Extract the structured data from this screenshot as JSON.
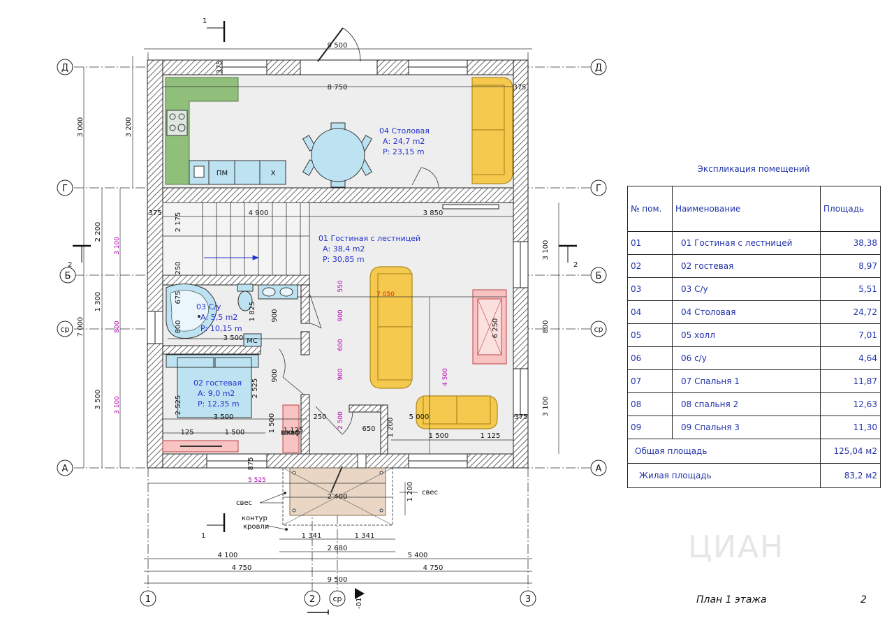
{
  "axes_h": [
    {
      "label": "Д"
    },
    {
      "label": "Г"
    },
    {
      "label": "Б"
    },
    {
      "label": "ср"
    },
    {
      "label": "А"
    }
  ],
  "axes_v": [
    {
      "label": "1"
    },
    {
      "label": "2"
    },
    {
      "label": "ср"
    },
    {
      "label": "3"
    }
  ],
  "dims": {
    "top_overall": "9 500",
    "kitchen_width": "8 750",
    "left_3000": "3 000",
    "left_3200": "3 200",
    "left_2200": "2 200",
    "left_1300": "1 300",
    "left_7000": "7 000",
    "left_3500": "3 500",
    "left_mag_3100a": "3 100",
    "left_mag_800": "800",
    "left_mag_3100b": "3 100",
    "stair_4900": "4 900",
    "living_3850": "3 850",
    "stair_2175": "2 175",
    "stair_250": "250",
    "bath_675": "675",
    "bath_800": "800",
    "bath_1825": "1 825",
    "bath_900": "900",
    "bath_3500": "3 500",
    "wc_mc": "МС",
    "right_3100a": "3 100",
    "right_800": "800",
    "right_3100b": "3 100",
    "right_mag_7050": "7 050",
    "guest_2525a": "2 525",
    "guest_2525b": "2 525",
    "guest_3500": "3 500",
    "guest_125": "125",
    "guest_1500": "1 500",
    "guest_900": "900",
    "hall_1500": "1 500",
    "hall_1125": "1 125",
    "hall_250": "250",
    "hall_650": "650",
    "hall_1200": "1 200",
    "hall_5000": "5 000",
    "hall_1500b": "1 500",
    "hall_1125b": "1 125",
    "living_4500": "4 500",
    "mag_550": "550",
    "mag_900a": "900",
    "mag_600": "600",
    "mag_900b": "900",
    "mag_2500": "2 500",
    "fire_6250": "6 250",
    "bot_875": "875",
    "bot_5525": "5 525",
    "porch_2400": "2 400",
    "porch_1200": "1 200",
    "porch_1341a": "1 341",
    "porch_1341b": "1 341",
    "porch_2680": "2 680",
    "bot_4100": "4 100",
    "bot_5400": "5 400",
    "bot_4750a": "4 750",
    "bot_4750b": "4 750",
    "bot_9500": "9 500",
    "top_375a": "375",
    "top_375b": "375",
    "left_375": "375",
    "right_375": "375"
  },
  "rooms": {
    "dining": {
      "name": "04 Столовая",
      "area": "А: 24,7 m2",
      "perim": "P: 23,15 m"
    },
    "living": {
      "name": "01 Гостиная с лестницей",
      "area": "А: 38,4 m2",
      "perim": "P: 30,85 m"
    },
    "bath": {
      "name": "03 С/у",
      "area": "А: 5,5 m2",
      "perim": "P: 10,15 m"
    },
    "guest": {
      "name": "02 гостевая",
      "area": "А: 9,0 m2",
      "perim": "P: 12,35 m"
    }
  },
  "labels": {
    "pm": "ПМ",
    "x": "Х",
    "eaves_left": "свес",
    "eaves_right": "свес",
    "roof_line1": "контур",
    "roof_line2": "кровли",
    "section_1_top": "1",
    "section_1_bot": "1",
    "section_2_left": "2",
    "section_2_right": "2",
    "pantry": "шкаф",
    "mark_01": "-01"
  },
  "table": {
    "title": "Экспликация помещений",
    "headers": [
      "№ пом.",
      "Наименование",
      "Площадь"
    ],
    "rows": [
      {
        "no": "01",
        "name": "01 Гостиная с лестницей",
        "area": "38,38"
      },
      {
        "no": "02",
        "name": "02 гостевая",
        "area": "8,97"
      },
      {
        "no": "03",
        "name": "03 С/у",
        "area": "5,51"
      },
      {
        "no": "04",
        "name": "04 Столовая",
        "area": "24,72"
      },
      {
        "no": "05",
        "name": "05 холл",
        "area": "7,01"
      },
      {
        "no": "06",
        "name": "06 с/у",
        "area": "4,64"
      },
      {
        "no": "07",
        "name": "07 Спальня 1",
        "area": "11,87"
      },
      {
        "no": "08",
        "name": "08 спальня 2",
        "area": "12,63"
      },
      {
        "no": "09",
        "name": "09 Спальня 3",
        "area": "11,30"
      }
    ],
    "total_label": "Общая площадь",
    "total_value": "125,04 м2",
    "living_label": "Жилая площадь",
    "living_value": "83,2 м2"
  },
  "caption": {
    "title": "План 1  этажа",
    "sheet": "2"
  },
  "watermark": "ЦИАН",
  "colors": {
    "wall_hatch": "#444444",
    "kitchen": "#8fbf7a",
    "sofa": "#f5c84e",
    "sofa_stroke": "#b08c20",
    "fixture": "#bde3f2",
    "fireplace": "#f7c3c3",
    "porch": "#e9d6c4",
    "room_text": "#2233cc",
    "magenta": "#b000b0"
  }
}
